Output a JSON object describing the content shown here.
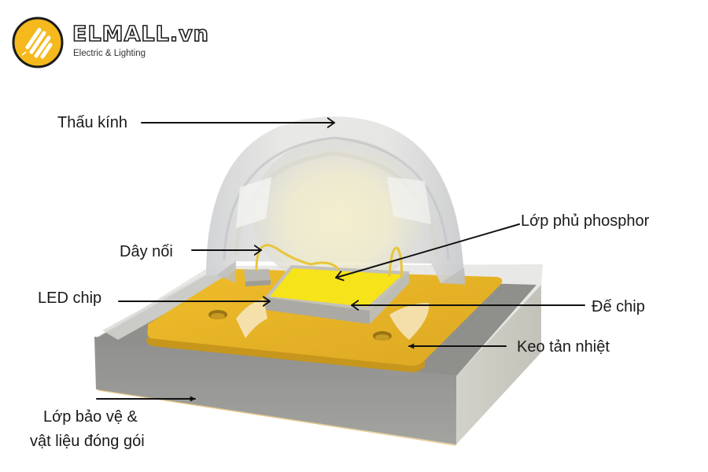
{
  "logo": {
    "brand": "ELMALL.vn",
    "tagline": "Electric & Lighting",
    "accent_color": "#f5b91e"
  },
  "diagram": {
    "subject": "High-power SMD LED package cross-section",
    "colors": {
      "lens": "#d9dadc",
      "phosphor": "#f7e31a",
      "substrate_pad": "#e6b32a",
      "package_body": "#8c8c8a",
      "package_side": "#c9c8c0",
      "arrow": "#111111"
    },
    "labels": [
      {
        "id": "lens",
        "text": "Thấu kính"
      },
      {
        "id": "bond-wire",
        "text": "Dây nối"
      },
      {
        "id": "led-chip",
        "text": "LED chip"
      },
      {
        "id": "phosphor",
        "text": "Lớp phủ phosphor"
      },
      {
        "id": "chip-base",
        "text": "Đế chip"
      },
      {
        "id": "thermal-paste",
        "text": "Keo tản nhiệt"
      },
      {
        "id": "encapsulation-line1",
        "text": "Lớp bảo vệ &"
      },
      {
        "id": "encapsulation-line2",
        "text": "vật liệu đóng gói"
      }
    ]
  }
}
